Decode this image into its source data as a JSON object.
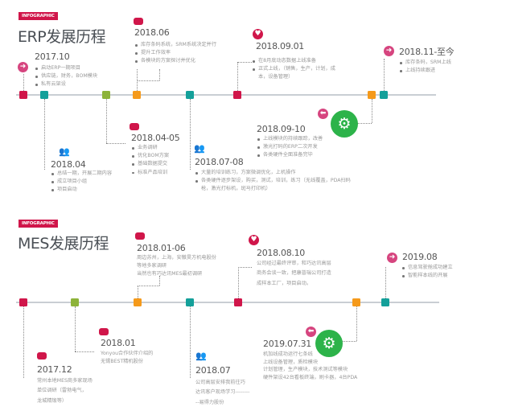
{
  "colors": {
    "red": "#d0164a",
    "teal": "#14a09a",
    "green": "#8db33a",
    "orange": "#f59a1b",
    "pink": "#d6457f",
    "gear": "#2db34a"
  },
  "erp": {
    "badge": "INFOGRAPHIC",
    "title": "ERP发展历程",
    "events": [
      {
        "date": "2017.10",
        "icon": "arrow-right-icon",
        "items": [
          "启动ERP一期项目",
          "供应链，财务，BOM模块",
          "私有云架设"
        ]
      },
      {
        "date": "2018.06",
        "icon": "chat-icon",
        "items": [
          "库存条码系统，SRM系统决定并行",
          "提升工作效率",
          "各模块的方案探讨并优化"
        ]
      },
      {
        "date": "2018.09.01",
        "icon": "heart-icon",
        "items": [
          "在8月底动态数据上线准备",
          "正式上线，（销售，生产，计划，成本，设备管理）"
        ]
      },
      {
        "date": "2018.11-至今",
        "icon": "arrow-right-icon",
        "items": [
          "库存条码，SRM上线",
          "上线持续跟进"
        ]
      },
      {
        "date": "2018.04",
        "icon": "people-icon",
        "items": [
          "总结一期，开展二期内容",
          "成立项目小组",
          "项目启动"
        ]
      },
      {
        "date": "2018.04-05",
        "icon": "chat-icon",
        "items": [
          "业务调研",
          "优化BOM方案",
          "基础数据提交",
          "标准产品培训"
        ]
      },
      {
        "date": "2018.07-08",
        "icon": "people-icon",
        "items": [
          "大量的培训练习，方案微调优化，上机操作",
          "各类硬件逐步架设，购买，测试，培训，练习（无线覆盖，PDA扫码枪，激光打标机，斑马打印机）"
        ]
      },
      {
        "date": "2018.09-10",
        "icon": "gear-icon",
        "items": [
          "上线模块的持续跟踪，改善",
          "激光打码的ERP二次开发",
          "各类硬件全面准备完毕"
        ]
      }
    ]
  },
  "mes": {
    "badge": "INFOGRAPHIC",
    "title": "MES发展历程",
    "events": [
      {
        "date": "2018.01-06",
        "lines": [
          "周边苏州，上海，安徽昊方机电股份",
          "等地多家调研",
          "当然也有巧达讯MES最初调研"
        ]
      },
      {
        "date": "2018.08.10",
        "lines": [
          "公司经过最终评审，和巧达讯高层",
          "商务会谈一致，把康普瑞公司打造",
          "成样本工厂，项目启动。"
        ]
      },
      {
        "date": "2019.08",
        "items": [
          "信息驾驶舱成功建立",
          "智能样本线的开展"
        ]
      },
      {
        "date": "2018.01",
        "lines": [
          "Yonyou合作伙伴介绍的",
          "无锡BEST精机股份"
        ]
      },
      {
        "date": "2017.12",
        "lines": [
          "常州本地MES商多家现场",
          "单位调研（雷勃电气，",
          "龙城精锻等）"
        ]
      },
      {
        "date": "2018.07",
        "lines": [
          "公司高层安排我前往巧",
          "达讯客户现场学习--------",
          "--易得力股份"
        ]
      },
      {
        "date": "2019.07.31",
        "lines": [
          "机加线成功运行七条线",
          "上线设备管理，质检模块",
          "计划管理，生产模块，技术测试等模块",
          "硬件架设42台看板终端，刷卡器，4台PDA"
        ]
      }
    ]
  }
}
